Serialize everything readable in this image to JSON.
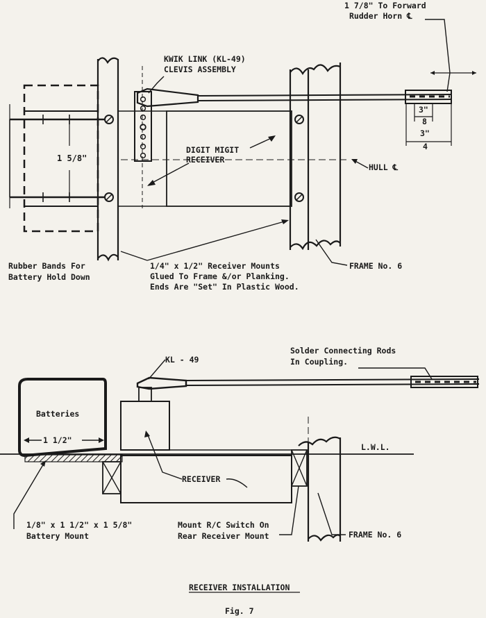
{
  "top": {
    "forward_note_line1": "1 7/8\" To Forward",
    "forward_note_line2": "Rudder Horn ℄",
    "kwik_link_line1": "KWIK LINK (KL-49)",
    "kwik_link_line2": "CLEVIS ASSEMBLY",
    "receiver_line1": "DIGIT MIGIT",
    "receiver_line2": "RECEIVER",
    "width_dim": "1 5/8\"",
    "hull_cl": "HULL ℄",
    "dim_3_8_num": "3\"",
    "dim_3_8_den": "8",
    "dim_3_4_num": "3\"",
    "dim_3_4_den": "4",
    "rubber_line1": "Rubber Bands For",
    "rubber_line2": "Battery Hold Down",
    "mounts_line1": "1/4\" x 1/2\" Receiver Mounts",
    "mounts_line2": "Glued To Frame &/or Planking.",
    "mounts_line3": "Ends Are \"Set\" In Plastic Wood.",
    "frame_label": "FRAME No. 6"
  },
  "bottom": {
    "kl_label": "KL - 49",
    "solder_line1": "Solder Connecting Rods",
    "solder_line2": "In Coupling.",
    "batteries_label": "Batteries",
    "battery_dim": "1 1/2\"",
    "lwl_label": "L.W.L.",
    "receiver_label": "RECEIVER",
    "mount_line1": "1/8\" x 1 1/2\" x 1 5/8\"",
    "mount_line2": "Battery Mount",
    "switch_line1": "Mount R/C Switch On",
    "switch_line2": "Rear Receiver Mount",
    "frame_label": "FRAME No. 6"
  },
  "caption": {
    "title": "RECEIVER INSTALLATION",
    "fig": "Fig. 7"
  }
}
